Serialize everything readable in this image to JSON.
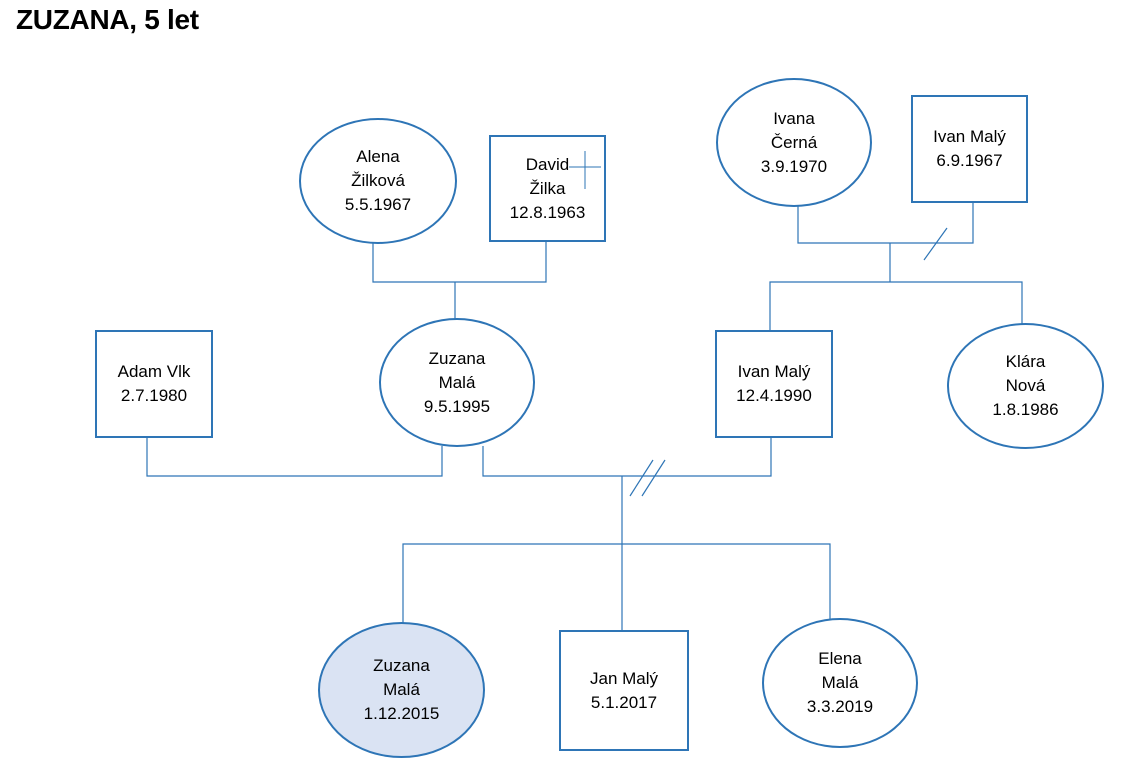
{
  "title": "ZUZANA, 5 let",
  "colors": {
    "stroke": "#2e75b6",
    "highlight_fill": "#dae3f3",
    "text": "#000000"
  },
  "people": {
    "alena": {
      "shape": "circle",
      "lines": [
        "Alena",
        "Žilková",
        "5.5.1967"
      ]
    },
    "david": {
      "shape": "box",
      "lines": [
        "David",
        "Žilka",
        "12.8.1963"
      ],
      "deceased": true
    },
    "ivana": {
      "shape": "circle",
      "lines": [
        "Ivana",
        "Černá",
        "3.9.1970"
      ]
    },
    "ivan_senior": {
      "shape": "box",
      "lines": [
        "Ivan Malý",
        "6.9.1967"
      ]
    },
    "adam": {
      "shape": "box",
      "lines": [
        "Adam Vlk",
        "2.7.1980"
      ]
    },
    "zuzana_mother": {
      "shape": "circle",
      "lines": [
        "Zuzana",
        "Malá",
        "9.5.1995"
      ]
    },
    "ivan_father": {
      "shape": "box",
      "lines": [
        "Ivan Malý",
        "12.4.1990"
      ]
    },
    "klara": {
      "shape": "circle",
      "lines": [
        "Klára",
        "Nová",
        "1.8.1986"
      ]
    },
    "zuzana_child": {
      "shape": "circle",
      "lines": [
        "Zuzana",
        "Malá",
        "1.12.2015"
      ],
      "highlighted": true
    },
    "jan": {
      "shape": "box",
      "lines": [
        "Jan Malý",
        "5.1.2017"
      ]
    },
    "elena": {
      "shape": "circle",
      "lines": [
        "Elena",
        "Malá",
        "3.3.2019"
      ]
    }
  }
}
